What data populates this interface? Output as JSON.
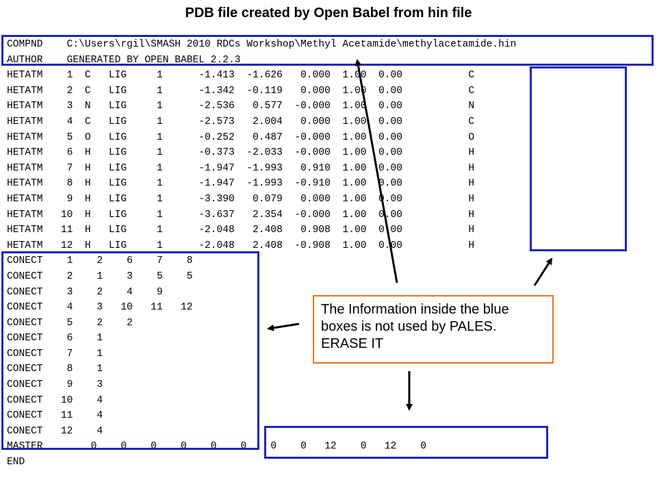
{
  "title": "PDB file created by Open Babel from hin file",
  "pdb_lines": [
    "COMPND    C:\\Users\\rgil\\SMASH 2010 RDCs Workshop\\Methyl Acetamide\\methylacetamide.hin",
    "AUTHOR    GENERATED BY OPEN BABEL 2.2.3",
    "HETATM    1  C   LIG     1      -1.413  -1.626   0.000  1.00  0.00           C",
    "HETATM    2  C   LIG     1      -1.342  -0.119   0.000  1.00  0.00           C",
    "HETATM    3  N   LIG     1      -2.536   0.577  -0.000  1.00  0.00           N",
    "HETATM    4  C   LIG     1      -2.573   2.004   0.000  1.00  0.00           C",
    "HETATM    5  O   LIG     1      -0.252   0.487  -0.000  1.00  0.00           O",
    "HETATM    6  H   LIG     1      -0.373  -2.033  -0.000  1.00  0.00           H",
    "HETATM    7  H   LIG     1      -1.947  -1.993   0.910  1.00  0.00           H",
    "HETATM    8  H   LIG     1      -1.947  -1.993  -0.910  1.00  0.00           H",
    "HETATM    9  H   LIG     1      -3.390   0.079   0.000  1.00  0.00           H",
    "HETATM   10  H   LIG     1      -3.637   2.354  -0.000  1.00  0.00           H",
    "HETATM   11  H   LIG     1      -2.048   2.408   0.908  1.00  0.00           H",
    "HETATM   12  H   LIG     1      -2.048   2.408  -0.908  1.00  0.00           H",
    "CONECT    1    2    6    7    8",
    "CONECT    2    1    3    5    5",
    "CONECT    3    2    4    9",
    "CONECT    4    3   10   11   12",
    "CONECT    5    2    2",
    "CONECT    6    1",
    "CONECT    7    1",
    "CONECT    8    1",
    "CONECT    9    3",
    "CONECT   10    4",
    "CONECT   11    4",
    "CONECT   12    4",
    "MASTER        0    0    0    0    0    0    0    0   12    0   12    0",
    "END"
  ],
  "callout": {
    "lines": [
      "The Information inside the blue",
      "boxes is not used by PALES.",
      "ERASE IT"
    ]
  },
  "colors": {
    "box_border": "#1a24c8",
    "callout_border": "#e8731c"
  }
}
